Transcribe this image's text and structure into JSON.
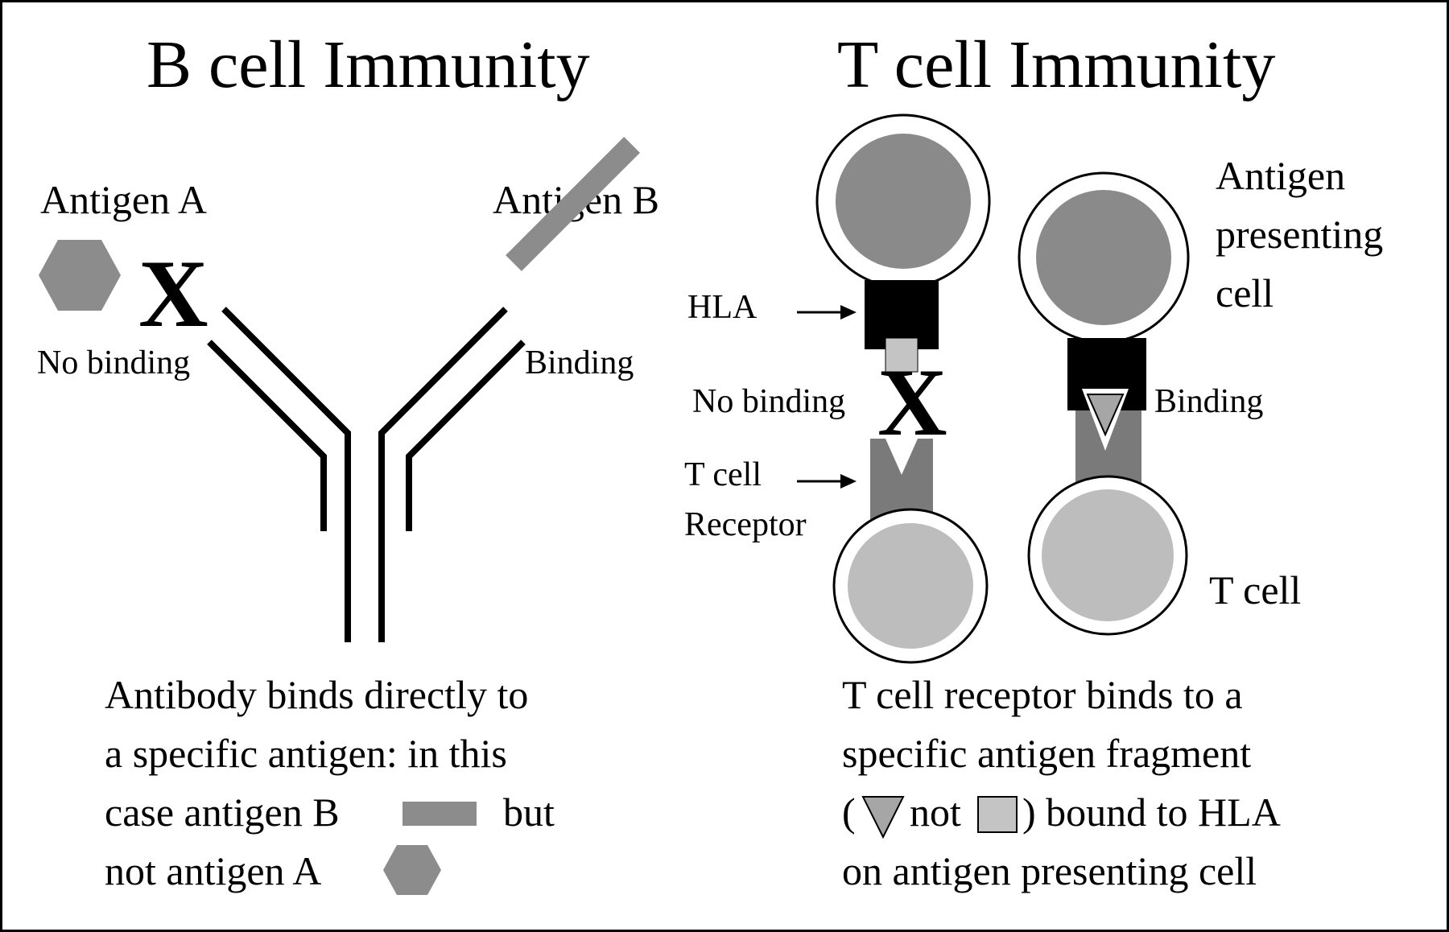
{
  "colors": {
    "antigen_dark": "#8c8c8c",
    "receptor": "#7a7a7a",
    "cell_light": "#bdbdbd",
    "cell_dark": "#8a8a8a",
    "fragment_light": "#c4c4c4",
    "fragment_tri": "#a6a6a6",
    "ink": "#000000"
  },
  "b_cell": {
    "title": "B cell Immunity",
    "antigen_a_label": "Antigen A",
    "antigen_b_label": "Antigen B",
    "no_binding": "No binding",
    "binding": "Binding",
    "x_mark": "X",
    "caption": {
      "line1": "Antibody binds directly to",
      "line2": "a specific antigen: in this",
      "line3a": "case antigen B",
      "line3b": "but",
      "line4": "not antigen A"
    }
  },
  "t_cell": {
    "title": "T cell Immunity",
    "hla_label": "HLA",
    "no_binding": "No binding",
    "binding": "Binding",
    "x_mark": "X",
    "tcr_label_1": "T cell",
    "tcr_label_2": "Receptor",
    "apc_label_1": "Antigen",
    "apc_label_2": "presenting",
    "apc_label_3": "cell",
    "tcell_label": "T cell",
    "caption": {
      "line1": "T cell receptor binds to a",
      "line2": "specific antigen fragment",
      "line3a": "(",
      "line3b": "not",
      "line3c": ") bound to HLA",
      "line4": "on antigen presenting cell"
    }
  }
}
